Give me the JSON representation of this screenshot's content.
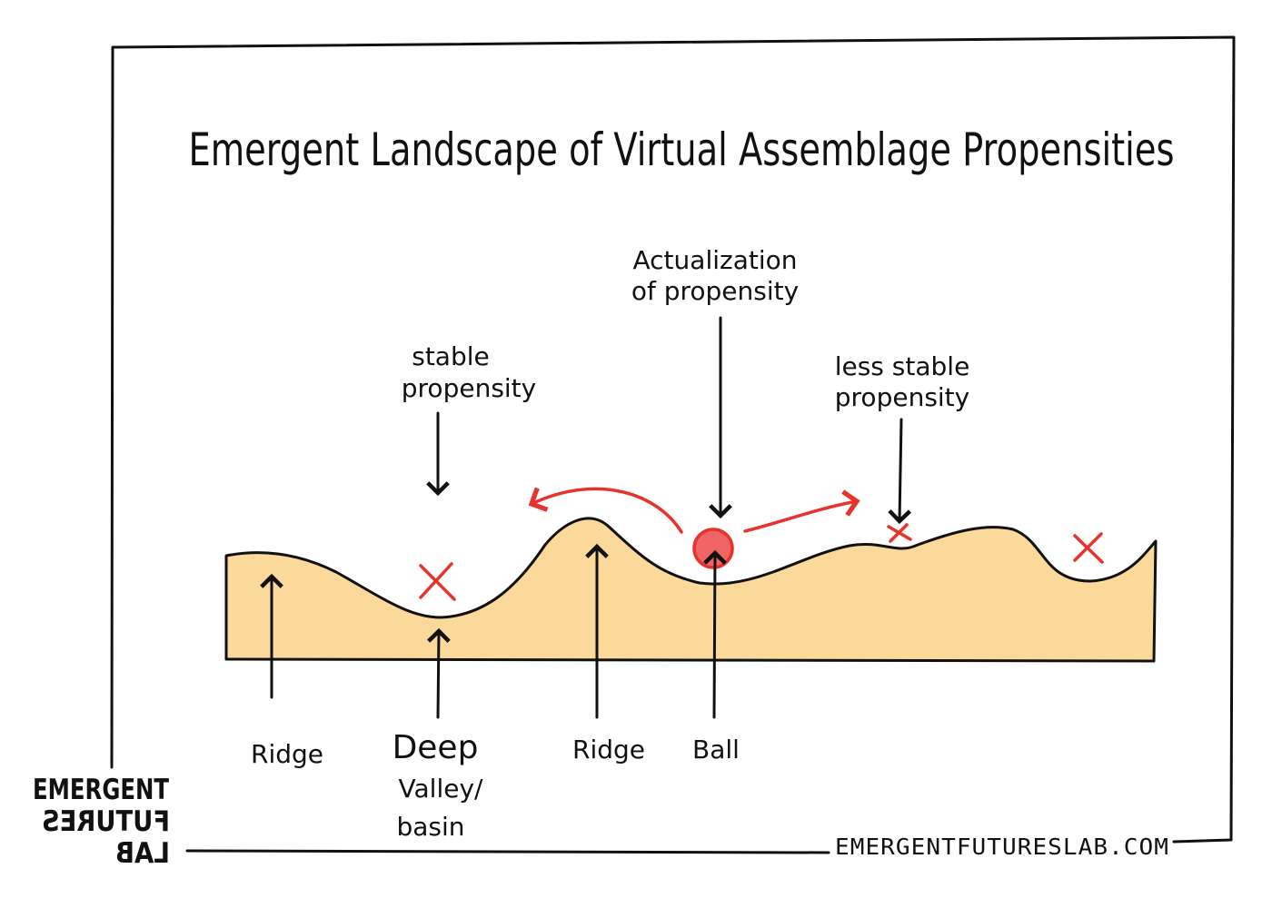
{
  "title": "Emergent Landscape of Virtual Assemblage Propensities",
  "annotations": {
    "actualization": [
      "Actualization",
      "of propensity"
    ],
    "stable": [
      "stable",
      "propensity"
    ],
    "less_stable": [
      "less stable",
      "propensity"
    ]
  },
  "bottom_labels": {
    "ridge_left": "Ridge",
    "deep_valley": [
      "Deep",
      "Valley/",
      "basin"
    ],
    "ridge_center": "Ridge",
    "ball": "Ball"
  },
  "logo": {
    "line1": "EMERGENT",
    "line2": "FUTURES",
    "line3": "LAB"
  },
  "website": "EMERGENTFUTURESLAB.COM",
  "colors": {
    "terrain_fill": "#fbd99a",
    "ink": "#111111",
    "accent_red": "#e8322c",
    "ball_fill": "#ef6464"
  },
  "icons": [
    "x-mark-icon",
    "ball-icon",
    "arrow-icon"
  ]
}
